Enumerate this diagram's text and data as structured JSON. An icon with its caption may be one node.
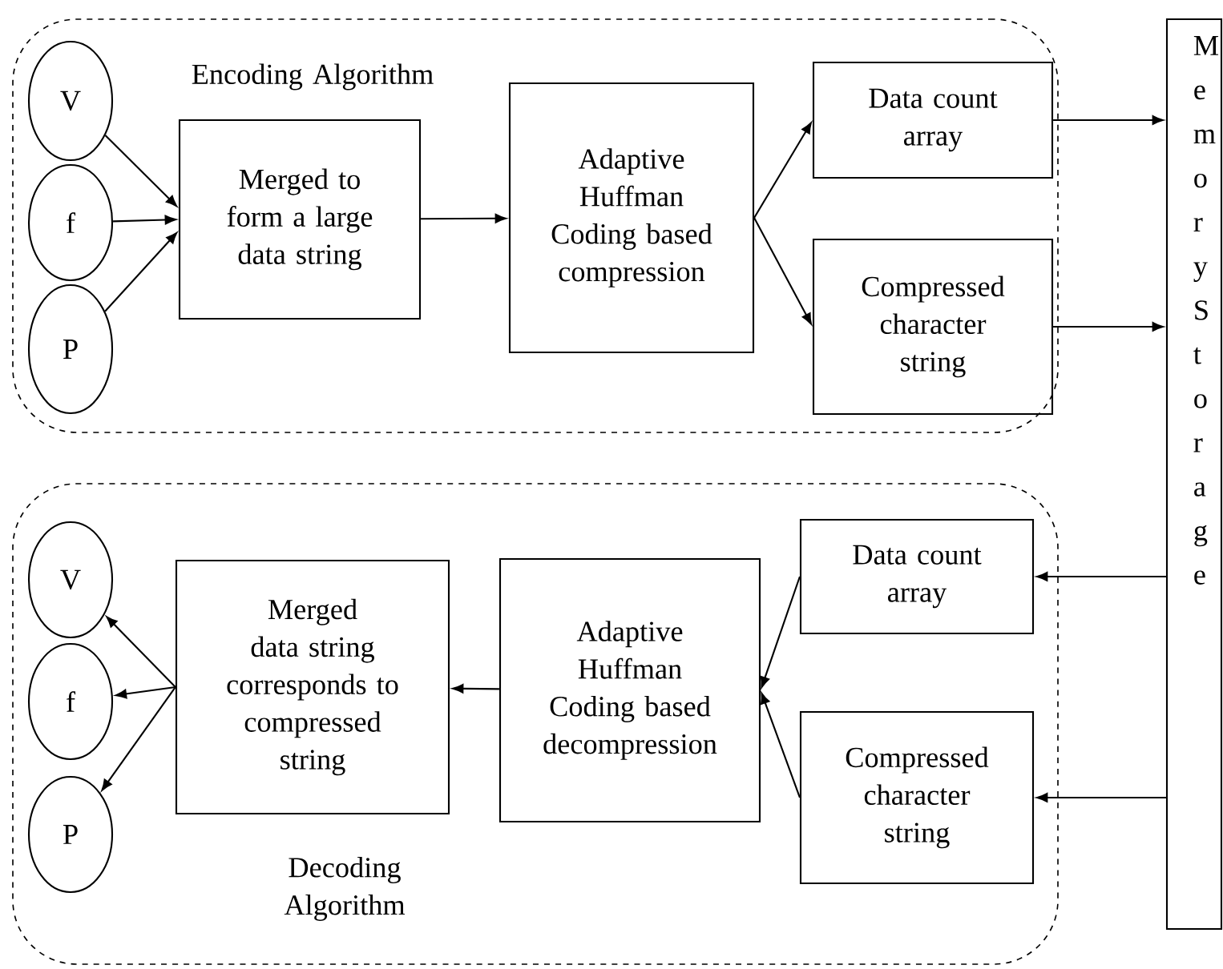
{
  "diagram": {
    "nodes": [
      {
        "text": [
          "Encoding Algorithm"
        ]
      },
      {
        "text": [
          "V"
        ],
        "in": 0
      },
      {
        "text": [
          "f"
        ],
        "in": 0
      },
      {
        "text": [
          "P"
        ],
        "in": 0
      },
      {
        "text": [
          "Merged to form a large data string"
        ],
        "in": 0
      },
      {
        "text": [
          "Adaptive Huffman Coding based compression"
        ],
        "in": 0
      },
      {
        "text": [
          "Data count array"
        ],
        "in": 0
      },
      {
        "text": [
          "Compressed character string"
        ],
        "in": 0
      },
      {
        "text": [
          "Memory Storage"
        ]
      },
      {
        "text": [
          "Decoding Algorithm"
        ]
      },
      {
        "text": [
          "V"
        ],
        "in": 9
      },
      {
        "text": [
          "f"
        ],
        "in": 9
      },
      {
        "text": [
          "P"
        ],
        "in": 9
      },
      {
        "text": [
          "Merged data string corresponds to compressed string"
        ],
        "in": 9
      },
      {
        "text": [
          "Adaptive Huffman Coding based decompression"
        ],
        "in": 9
      },
      {
        "text": [
          "Data count array"
        ],
        "in": 9
      },
      {
        "text": [
          "Compressed character string"
        ],
        "in": 9
      }
    ],
    "edges": [
      {
        "from": 1,
        "to": 4,
        "arrow": "to"
      },
      {
        "from": 2,
        "to": 4,
        "arrow": "to"
      },
      {
        "from": 3,
        "to": 4,
        "arrow": "to"
      },
      {
        "from": 4,
        "to": 5,
        "arrow": "to"
      },
      {
        "from": 5,
        "to": 6,
        "arrow": "to"
      },
      {
        "from": 5,
        "to": 7,
        "arrow": "to"
      },
      {
        "from": 6,
        "to": 8,
        "arrow": "to"
      },
      {
        "from": 7,
        "to": 8,
        "arrow": "to"
      },
      {
        "from": 8,
        "to": 15,
        "arrow": "to"
      },
      {
        "from": 8,
        "to": 16,
        "arrow": "to"
      },
      {
        "from": 15,
        "to": 14,
        "arrow": "to"
      },
      {
        "from": 16,
        "to": 14,
        "arrow": "to"
      },
      {
        "from": 14,
        "to": 13,
        "arrow": "to"
      },
      {
        "from": 13,
        "to": 10,
        "arrow": "to"
      },
      {
        "from": 13,
        "to": 11,
        "arrow": "to"
      },
      {
        "from": 13,
        "to": 12,
        "arrow": "to"
      }
    ]
  }
}
